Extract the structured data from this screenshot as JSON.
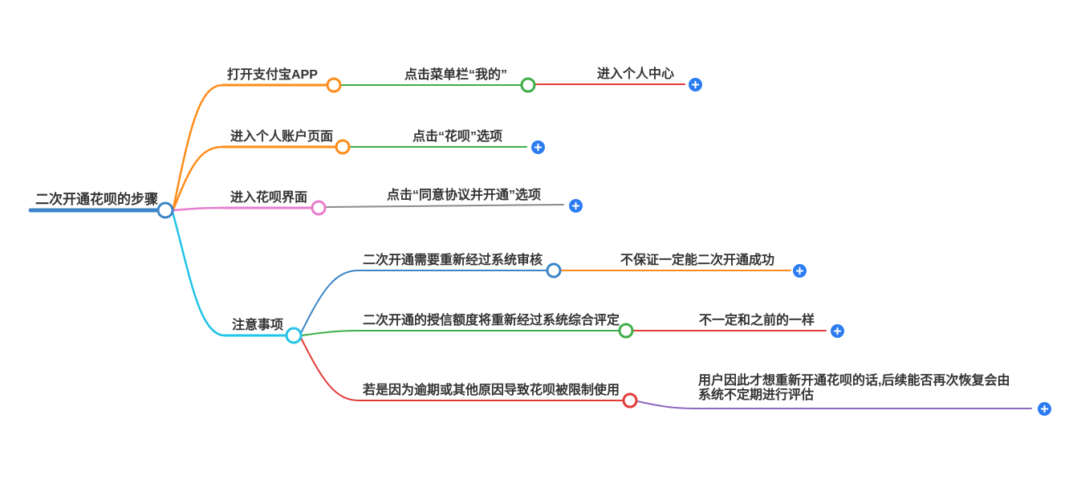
{
  "palette": {
    "blue": "#3d85c6",
    "orange": "#ff8c1a",
    "green": "#3cae47",
    "red": "#e23b36",
    "pink": "#e87cce",
    "gray": "#8a8a8a",
    "cyan": "#22c3e6",
    "purple": "#8f68c0",
    "plus_badge": "#2b7cf2",
    "text": "#333333",
    "background": "#ffffff"
  },
  "icons": {
    "add_child_symbol": "+"
  },
  "mindmap": {
    "root": {
      "label": "二次开通花呗的步骤"
    },
    "branches": [
      {
        "label": "打开支付宝APP",
        "children": [
          {
            "label": "点击菜单栏“我的”",
            "children": [
              {
                "label": "进入个人中心"
              }
            ]
          }
        ]
      },
      {
        "label": "进入个人账户页面",
        "children": [
          {
            "label": "点击“花呗”选项"
          }
        ]
      },
      {
        "label": "进入花呗界面",
        "children": [
          {
            "label": "点击“同意协议并开通”选项"
          }
        ]
      },
      {
        "label": "注意事项",
        "children": [
          {
            "label": "二次开通需要重新经过系统审核",
            "children": [
              {
                "label": "不保证一定能二次开通成功"
              }
            ]
          },
          {
            "label": "二次开通的授信额度将重新经过系统综合评定",
            "children": [
              {
                "label": "不一定和之前的一样"
              }
            ]
          },
          {
            "label": "若是因为逾期或其他原因导致花呗被限制使用",
            "children": [
              {
                "label": "用户因此才想重新开通花呗的话,后续能否再次恢复会由\n系统不定期进行评估"
              }
            ]
          }
        ]
      }
    ]
  }
}
